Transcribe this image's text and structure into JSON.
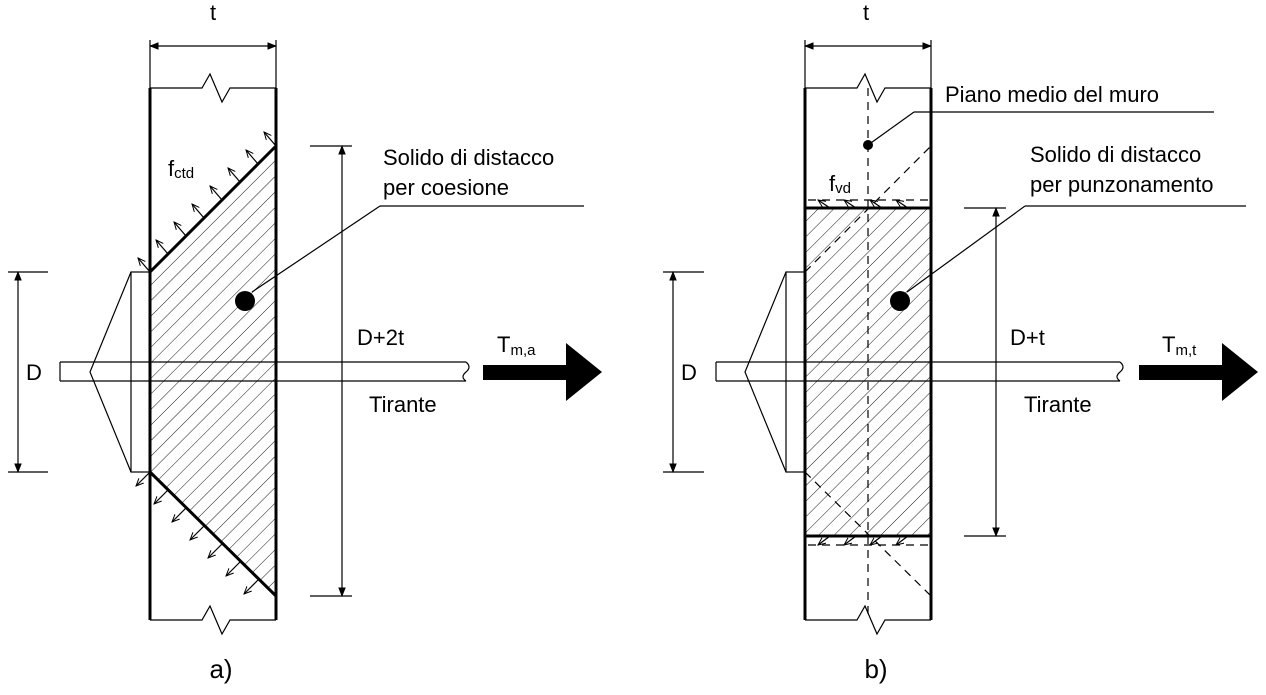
{
  "figure_a": {
    "thickness_label": "t",
    "stress_symbol": "f",
    "stress_subscript": "ctd",
    "solid_label_line1": "Solido di distacco",
    "solid_label_line2": "per coesione",
    "diameter_label": "D",
    "length_label": "D+2t",
    "force_symbol": "T",
    "force_subscript": "m,a",
    "tie_label": "Tirante",
    "caption": "a)"
  },
  "figure_b": {
    "thickness_label": "t",
    "mid_plane_label": "Piano medio del muro",
    "stress_symbol": "f",
    "stress_subscript": "vd",
    "solid_label_line1": "Solido di distacco",
    "solid_label_line2": "per punzonamento",
    "diameter_label": "D",
    "length_label": "D+t",
    "force_symbol": "T",
    "force_subscript": "m,t",
    "tie_label": "Tirante",
    "caption": "b)"
  },
  "colors": {
    "ink": "#000000",
    "background": "#ffffff"
  }
}
